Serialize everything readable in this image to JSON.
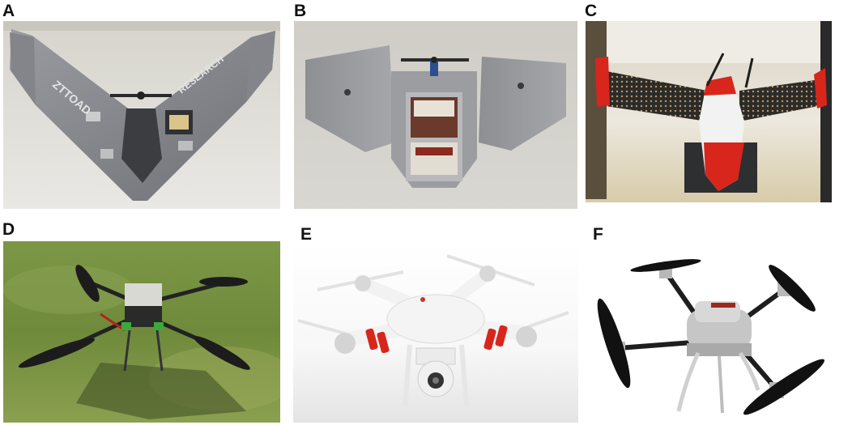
{
  "panels": [
    {
      "label": "A",
      "subject": "flying-wing-drone"
    },
    {
      "label": "B",
      "subject": "tailless-fixed-wing-drone"
    },
    {
      "label": "C",
      "subject": "vtol-flying-wing-drone"
    },
    {
      "label": "D",
      "subject": "quadcopter-on-grass"
    },
    {
      "label": "E",
      "subject": "white-quadcopter-with-camera"
    },
    {
      "label": "F",
      "subject": "grey-industrial-quadcopter"
    }
  ],
  "colors": {
    "label_text": "#111111",
    "wing_grey": "#8f9095",
    "red_accent": "#d8261c",
    "grass": "#6e8a3a",
    "drone_white": "#f2f2f2"
  }
}
